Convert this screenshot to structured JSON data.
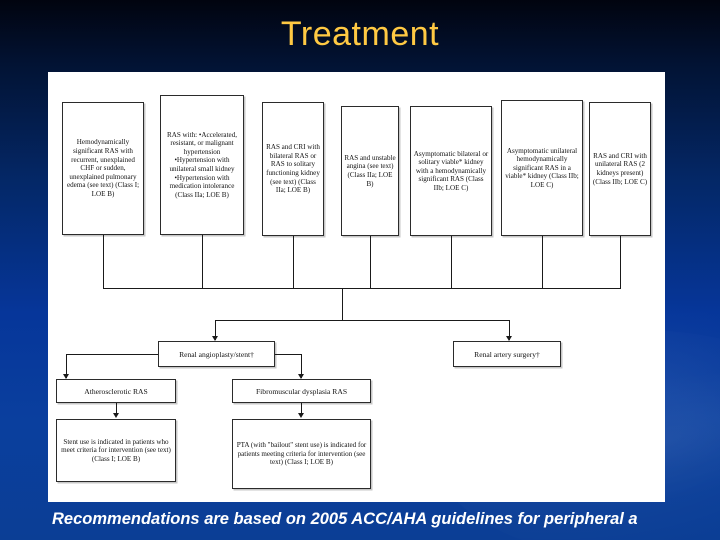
{
  "slide": {
    "title": "Treatment",
    "title_color": "#ffc943",
    "background_top_color": "#01040f",
    "background_bottom_color": "#0b3e95",
    "caption": "Recommendations are based on 2005 ACC/AHA guidelines for peripheral a"
  },
  "figure": {
    "top_row": [
      {
        "id": "box-hemodynamic-ras-chf",
        "text": "Hemodynamically significant RAS with recurrent, unexplained CHF or sudden, unexplained pulmonary edema (see text) (Class I; LOE B)"
      },
      {
        "id": "box-ras-with-hypertension",
        "text": "RAS with: •Accelerated, resistant, or malignant hypertension •Hypertension with unilateral small kidney •Hypertension with medication intolerance (Class IIa; LOE B)"
      },
      {
        "id": "box-ras-cri-bilateral",
        "text": "RAS and CRI with bilateral RAS or RAS to solitary functioning kidney (see text) (Class IIa; LOE B)"
      },
      {
        "id": "box-ras-unstable-angina",
        "text": "RAS and unstable angina (see text) (Class IIa; LOE B)"
      },
      {
        "id": "box-asymptomatic-bilateral",
        "text": "Asymptomatic bilateral or solitary viable* kidney with a hemodynamically significant RAS (Class IIb; LOE C)"
      },
      {
        "id": "box-asymptomatic-unilateral",
        "text": "Asymptomatic unilateral hemodynamically significant RAS in a viable* kidney (Class IIb; LOE C)"
      },
      {
        "id": "box-ras-cri-unilateral",
        "text": "RAS and CRI with unilateral RAS (2 kidneys present) (Class IIb; LOE C)"
      }
    ],
    "treatments": {
      "angioplasty": "Renal angioplasty/stent†",
      "surgery": "Renal artery surgery†"
    },
    "etiologies": {
      "atherosclerotic": "Atherosclerotic RAS",
      "fibromuscular": "Fibromuscular dysplasia RAS"
    },
    "recommendations": {
      "stent": "Stent use is indicated in patients who meet criteria for intervention (see text) (Class I; LOE B)",
      "pta": "PTA (with \"bailout\" stent use) is indicated for patients meeting criteria for intervention (see text) (Class I; LOE B)"
    }
  }
}
